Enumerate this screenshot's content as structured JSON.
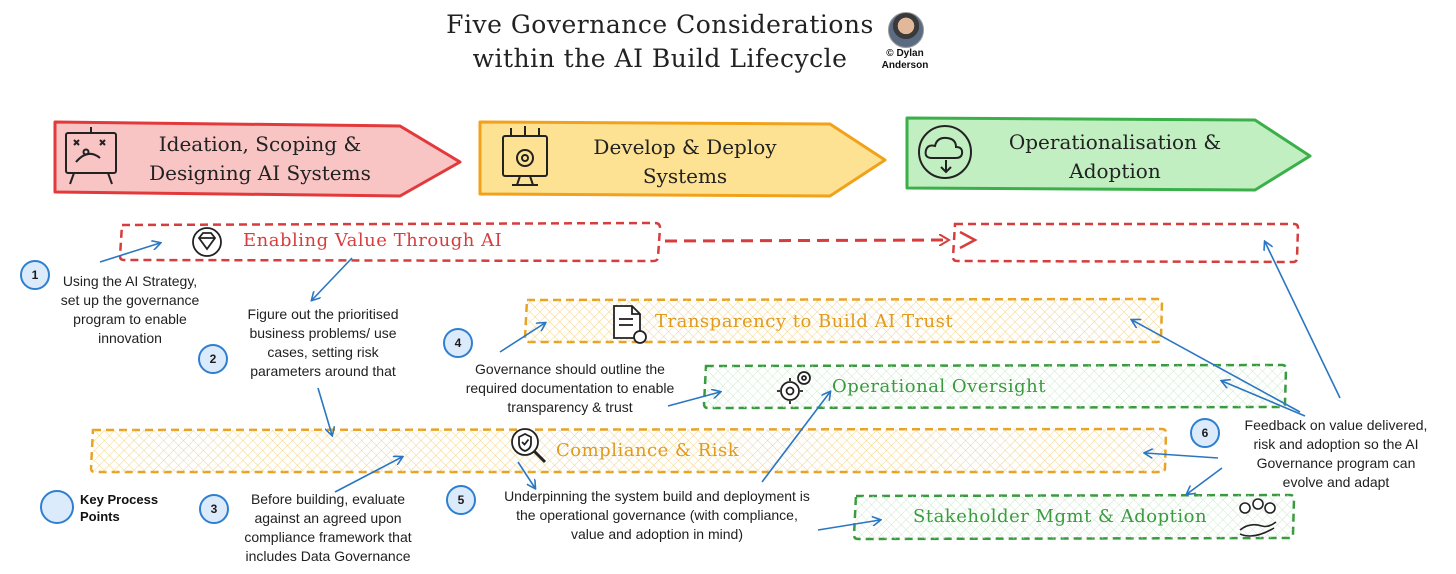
{
  "title": {
    "line1": "Five Governance Considerations",
    "line2": "within the AI Build Lifecycle"
  },
  "author": {
    "line1": "© Dylan",
    "line2": "Anderson"
  },
  "stages": [
    {
      "line1": "Ideation, Scoping &",
      "line2": "Designing AI Systems",
      "fill": "#f8c4c4",
      "stroke": "#e2393b"
    },
    {
      "line1": "Develop & Deploy",
      "line2": "Systems",
      "fill": "#fde293",
      "stroke": "#f1a21a"
    },
    {
      "line1": "Operationalisation &",
      "line2": "Adoption",
      "fill": "#c1efc1",
      "stroke": "#3bb04a"
    }
  ],
  "bands": {
    "value": {
      "label": "Enabling Value Through AI",
      "color": "#d63d3d"
    },
    "transparency": {
      "label": "Transparency to Build AI Trust",
      "color": "#e09a1c"
    },
    "oversight": {
      "label": "Operational Oversight",
      "color": "#3a9a3f"
    },
    "compliance": {
      "label": "Compliance & Risk",
      "color": "#e09a1c"
    },
    "stakeholder": {
      "label": "Stakeholder Mgmt & Adoption",
      "color": "#3a9a3f"
    }
  },
  "points": [
    {
      "num": "1",
      "lines": [
        "Using the AI Strategy,",
        "set up the governance",
        "program to enable",
        "innovation"
      ]
    },
    {
      "num": "2",
      "lines": [
        "Figure out the prioritised",
        "business problems/ use",
        "cases, setting risk",
        "parameters around that"
      ]
    },
    {
      "num": "3",
      "lines": [
        "Before building, evaluate",
        "against an agreed upon",
        "compliance framework that",
        "includes Data Governance"
      ]
    },
    {
      "num": "4",
      "lines": [
        "Governance should outline the",
        "required documentation to enable",
        "transparency & trust"
      ]
    },
    {
      "num": "5",
      "lines": [
        "Underpinning the system build and deployment is",
        "the operational governance (with compliance,",
        "value and adoption in mind)"
      ]
    },
    {
      "num": "6",
      "lines": [
        "Feedback on value delivered,",
        "risk and adoption so the AI",
        "Governance program can",
        "evolve and adapt"
      ]
    }
  ],
  "legend": {
    "label_line1": "Key Process",
    "label_line2": "Points"
  },
  "colors": {
    "arrow": "#2a76c2",
    "badge_fill": "#dcebfb",
    "badge_stroke": "#2f7fd1"
  },
  "icons": [
    "strategy-board-icon",
    "gear-monitor-icon",
    "cloud-cycle-icon",
    "diamond-icon",
    "document-check-icon",
    "gears-icon",
    "shield-magnifier-icon",
    "hand-people-icon"
  ]
}
